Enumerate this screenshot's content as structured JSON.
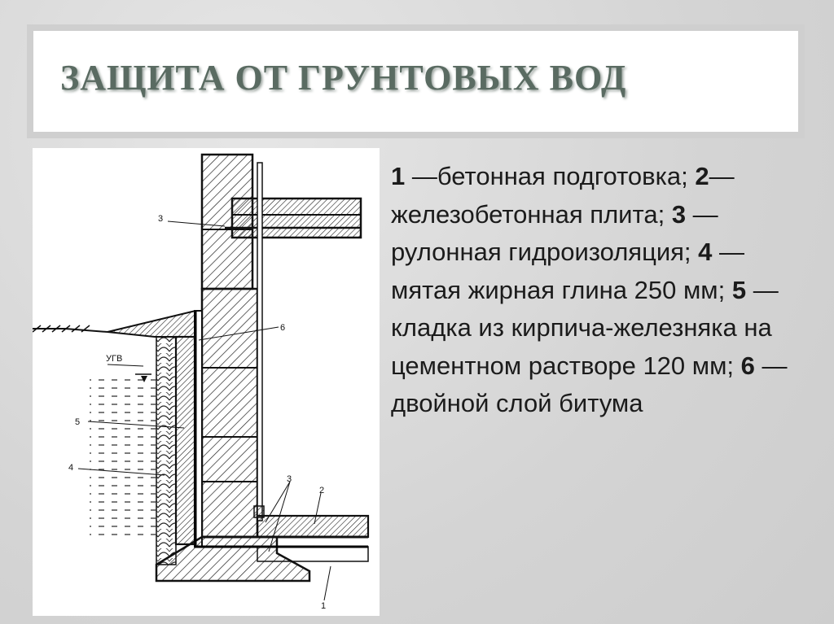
{
  "slide": {
    "title": "ЗАЩИТА ОТ ГРУНТОВЫХ ВОД"
  },
  "diagram": {
    "labels": {
      "ugv": "УГВ",
      "n1": "1",
      "n2": "2",
      "n3a": "3",
      "n3b": "3",
      "n4": "4",
      "n5": "5",
      "n6": "6"
    }
  },
  "legend": {
    "items": [
      {
        "num": "1",
        "text": " —бетонная подготовка; "
      },
      {
        "num": "2",
        "text": "— железобетонная плита; "
      },
      {
        "num": "3",
        "text": " —рулонная гидроизоляция; "
      },
      {
        "num": "4",
        "text": " — мятая жирная глина 250 мм; "
      },
      {
        "num": "5",
        "text": " — кладка из кирпича-железняка на цементном растворе 120 мм; "
      },
      {
        "num": "6",
        "text": " — двойной слой битума"
      }
    ]
  },
  "colors": {
    "title": "#5a6b62",
    "text": "#1b1b1b",
    "background": "#d9d9d9"
  }
}
